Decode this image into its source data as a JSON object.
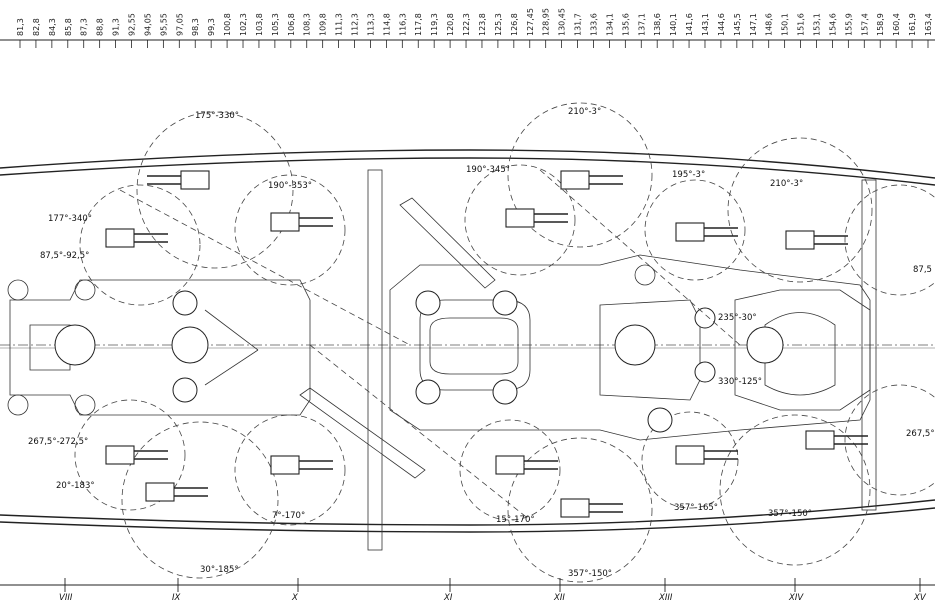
{
  "frame_ruler": {
    "labels": [
      "81,3",
      "82,8",
      "84,3",
      "85,8",
      "87,3",
      "88,8",
      "91,3",
      "92,55",
      "94,05",
      "95,55",
      "97,05",
      "98,3",
      "99,3",
      "100,8",
      "102,3",
      "103,8",
      "105,3",
      "106,8",
      "108,3",
      "109,8",
      "111,3",
      "112,3",
      "113,3",
      "114,8",
      "116,3",
      "117,8",
      "119,3",
      "120,8",
      "122,3",
      "123,8",
      "125,3",
      "126,8",
      "127,45",
      "128,95",
      "130,45",
      "131,7",
      "133,6",
      "134,1",
      "135,6",
      "137,1",
      "138,6",
      "140,1",
      "141,6",
      "143,1",
      "144,6",
      "145,5",
      "147,1",
      "148,6",
      "150,1",
      "151,6",
      "153,1",
      "154,6",
      "155,9",
      "157,4",
      "158,9",
      "160,4",
      "161,9",
      "163,4"
    ]
  },
  "arc_labels": {
    "a1": "175°-330°",
    "a2": "190°-353°",
    "a3": "177°-340°",
    "a4": "87,5°-92,5°",
    "a5": "210°-3°",
    "a6": "190°-345°",
    "a7": "195°-3°",
    "a8": "210°-3°",
    "a9": "87,5",
    "a10": "235°-30°",
    "a11": "330°-125°",
    "a12": "267,5°-272,5°",
    "a13": "20°-183°",
    "a14": "7°-170°",
    "a15": "30°-185°",
    "a16": "15°-170°",
    "a17": "357°-165°",
    "a18": "357°-150°",
    "a19": "357°-150°",
    "a20": "267,5°"
  },
  "section_marks": [
    "VIII",
    "IX",
    "X",
    "XI",
    "XII",
    "XIII",
    "XIV",
    "XV"
  ]
}
